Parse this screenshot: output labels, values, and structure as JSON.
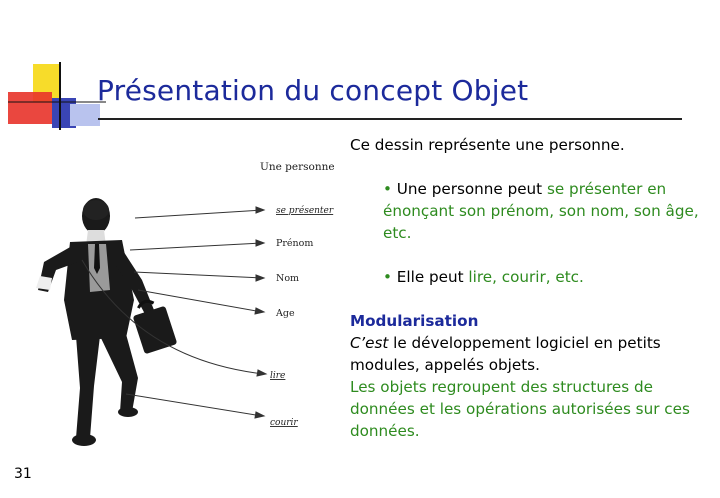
{
  "slide": {
    "title": "Présentation du concept Objet",
    "page_number": "31"
  },
  "figure": {
    "heading": "Une personne",
    "labels": [
      "se présenter",
      "Prénom",
      "Nom",
      "Age",
      "lire",
      "courir"
    ]
  },
  "content": {
    "intro": "Ce dessin représente une personne.",
    "bullet1_prefix": "Une personne peut ",
    "bullet1_highlight": "se présenter en énonçant son prénom, son nom, son âge, etc.",
    "bullet2_prefix": "Elle peut ",
    "bullet2_highlight": "lire, courir, etc.",
    "section_heading": "Modularisation",
    "line1_italic": "C’est",
    "line1_rest": " le développement logiciel en petits modules, appelés objets.",
    "green_para": "Les objets regroupent des structures de données et les opérations autorisées sur ces données."
  },
  "colors": {
    "title": "#1c2a9b",
    "highlight": "#2e8b1f",
    "logo_yellow": "#f7dc2a",
    "logo_red": "#e8332a",
    "logo_blue": "#3a45b5"
  },
  "icons": {
    "bullet": "•"
  }
}
